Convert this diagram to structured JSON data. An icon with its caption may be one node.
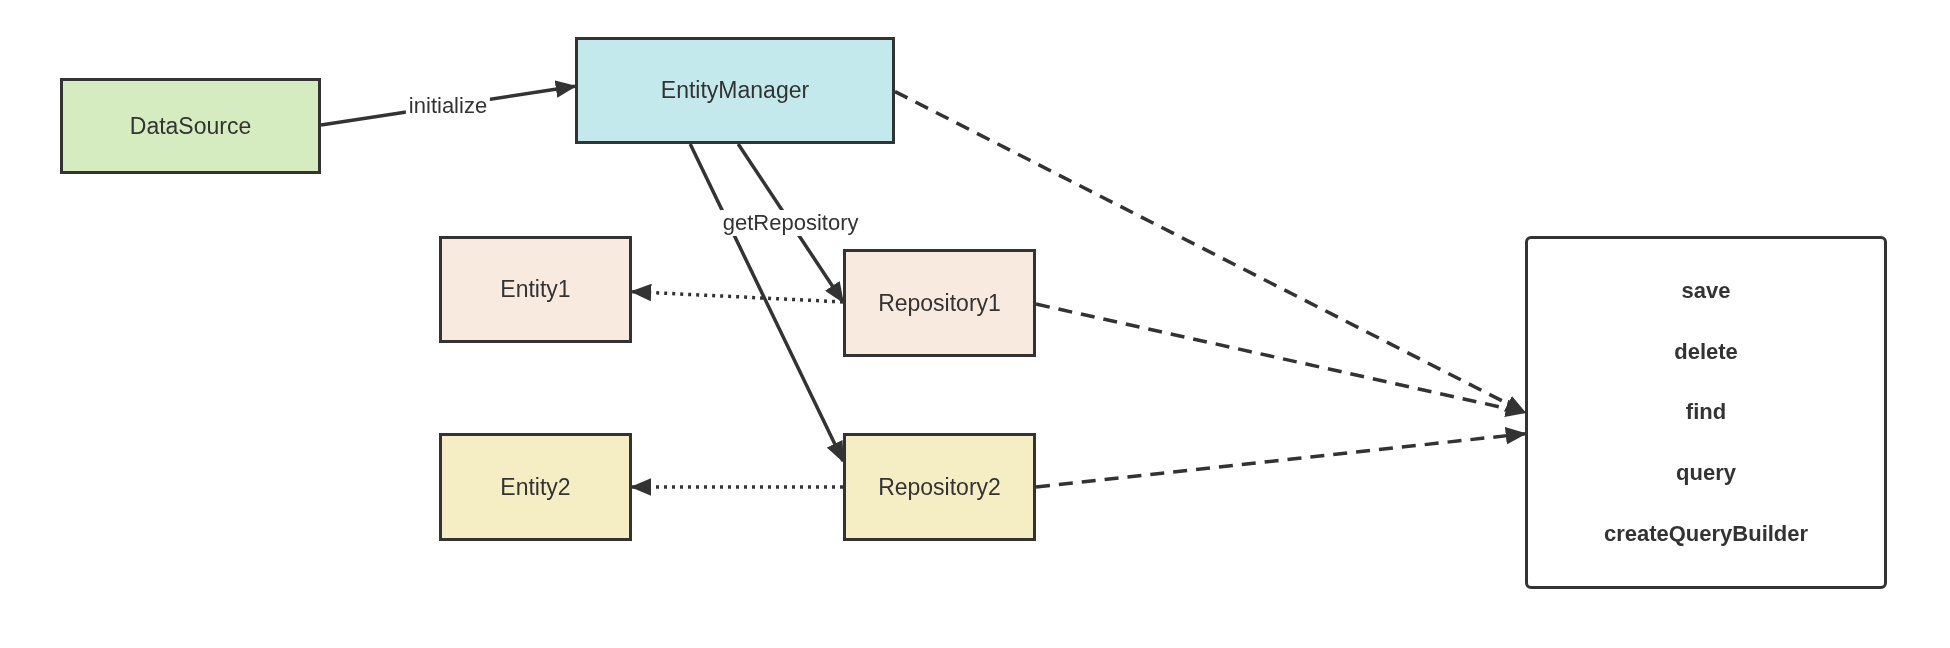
{
  "diagram": {
    "nodes": [
      {
        "text": [
          "DataSource"
        ]
      },
      {
        "text": [
          "EntityManager"
        ]
      },
      {
        "text": [
          "Entity1"
        ]
      },
      {
        "text": [
          "Repository1"
        ]
      },
      {
        "text": [
          "Entity2"
        ]
      },
      {
        "text": [
          "Repository2"
        ]
      },
      {
        "text": [
          "save",
          "delete",
          "find",
          "query",
          "createQueryBuilder"
        ]
      }
    ],
    "edges": [
      {
        "from": 0,
        "to": 1,
        "arrow": "to",
        "label": "initialize"
      },
      {
        "from": 1,
        "to": 3,
        "arrow": "to",
        "label": "getRepository"
      },
      {
        "from": 1,
        "to": 5,
        "arrow": "to"
      },
      {
        "from": 3,
        "to": 2,
        "arrow": "to",
        "style": "dashed"
      },
      {
        "from": 5,
        "to": 4,
        "arrow": "to",
        "style": "dashed"
      },
      {
        "from": 1,
        "to": 6,
        "arrow": "to",
        "style": "dashed"
      },
      {
        "from": 3,
        "to": 6,
        "arrow": "to",
        "style": "dashed"
      },
      {
        "from": 5,
        "to": 6,
        "arrow": "to",
        "style": "dashed"
      }
    ]
  }
}
